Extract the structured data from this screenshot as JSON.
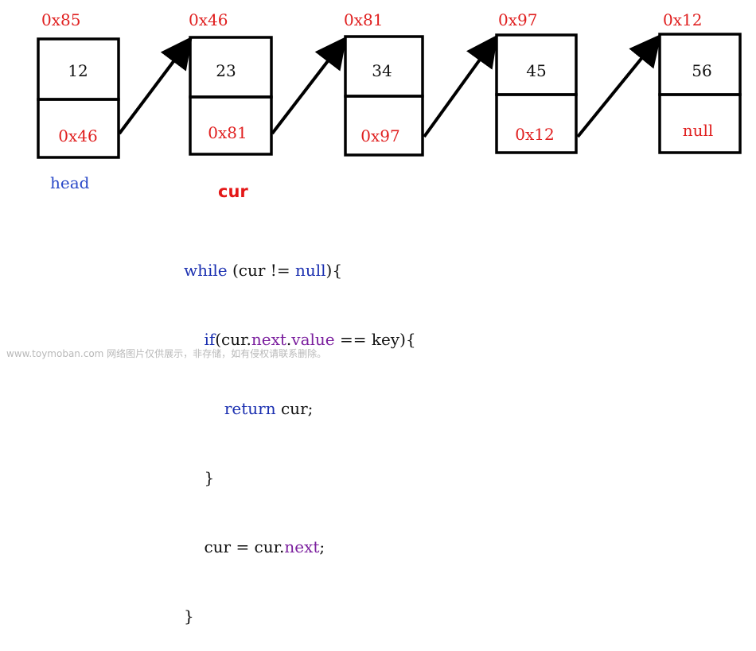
{
  "nodes": [
    {
      "address": "0x85",
      "value": "12",
      "next": "0x46"
    },
    {
      "address": "0x46",
      "value": "23",
      "next": "0x81"
    },
    {
      "address": "0x81",
      "value": "34",
      "next": "0x97"
    },
    {
      "address": "0x97",
      "value": "45",
      "next": "0x12"
    },
    {
      "address": "0x12",
      "value": "56",
      "next": "null"
    }
  ],
  "labels": {
    "head": "head",
    "cur": "cur"
  },
  "code": {
    "line1": {
      "kw1": "while",
      "t1": " (cur != ",
      "kw2": "null",
      "t2": "){"
    },
    "line2": {
      "kw1": "if",
      "t1": "(cur.",
      "p1": "next",
      "t2": ".",
      "p2": "value",
      "t3": " == key){"
    },
    "line3": {
      "kw1": "return",
      "t1": " cur;"
    },
    "line4": {
      "t1": "}"
    },
    "line5": {
      "t1": "cur = cur.",
      "p1": "next",
      "t2": ";"
    },
    "line6": {
      "t1": "}"
    }
  },
  "watermark": "www.toymoban.com 网络图片仅供展示，非存储，如有侵权请联系删除。",
  "colors": {
    "address": "#e02020",
    "pointer": "#e02020",
    "head_label": "#2a49c8",
    "cur_label": "#e41818",
    "keyword": "#1a2fb0",
    "property": "#7b1f9e"
  }
}
